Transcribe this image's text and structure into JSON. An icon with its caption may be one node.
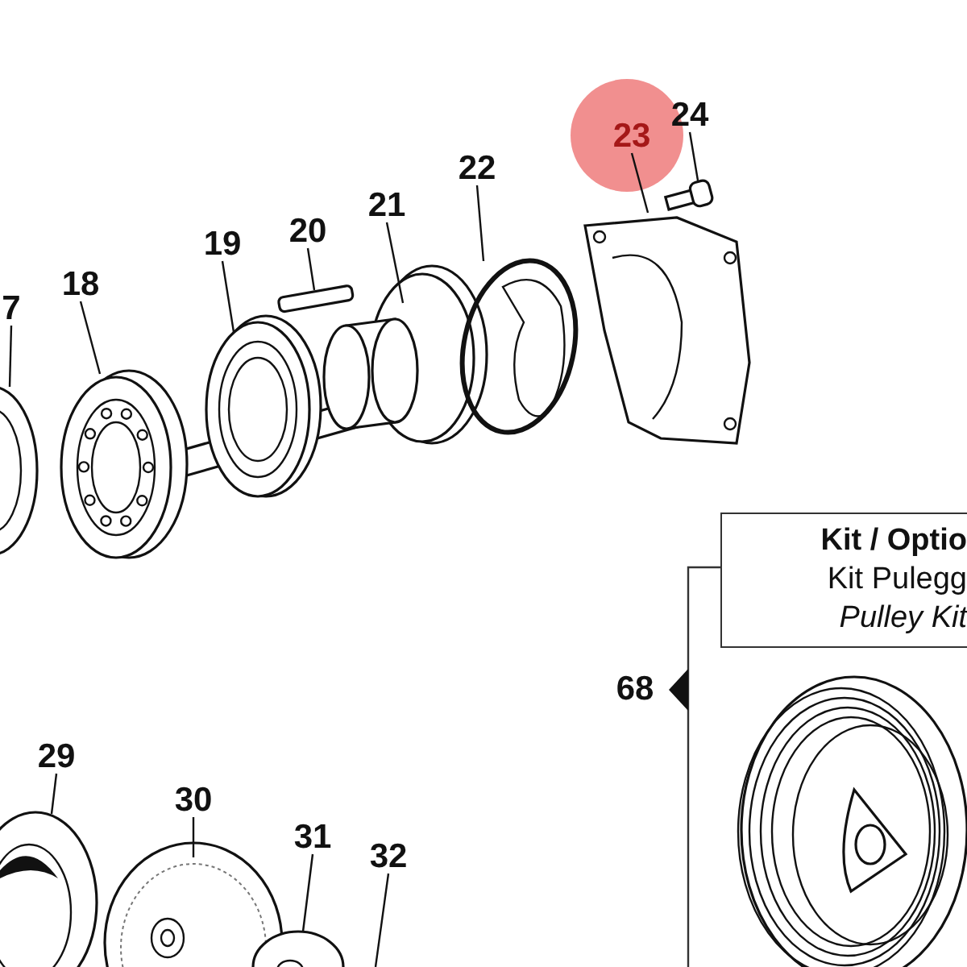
{
  "diagram": {
    "nodes": [
      {
        "text": [
          "7"
        ]
      },
      {
        "text": [],
        "shape": "picture"
      },
      {
        "text": [
          "18"
        ]
      },
      {
        "text": [],
        "shape": "picture"
      },
      {
        "text": [
          "19"
        ]
      },
      {
        "text": [],
        "shape": "picture"
      },
      {
        "text": [
          "20"
        ]
      },
      {
        "text": [],
        "shape": "bar"
      },
      {
        "text": [
          "21"
        ]
      },
      {
        "text": [],
        "shape": "picture"
      },
      {
        "text": [
          "22"
        ]
      },
      {
        "text": [],
        "shape": "picture"
      },
      {
        "text": [
          "23"
        ]
      },
      {
        "text": [],
        "shape": "picture"
      },
      {
        "text": [
          "24"
        ]
      },
      {
        "text": [],
        "shape": "picture"
      },
      {
        "text": [
          "29"
        ]
      },
      {
        "text": [],
        "shape": "picture"
      },
      {
        "text": [
          "30"
        ]
      },
      {
        "text": [],
        "shape": "picture"
      },
      {
        "text": [
          "31"
        ]
      },
      {
        "text": [],
        "shape": "picture"
      },
      {
        "text": [
          "32"
        ]
      },
      {
        "text": [
          "Kit / Optio",
          "Kit Pulegg",
          "Pulley Kit"
        ]
      },
      {
        "text": [],
        "shape": "picture"
      }
    ],
    "edges": [
      {
        "from": 0,
        "to": 1,
        "arrow": "none"
      },
      {
        "from": 2,
        "to": 3,
        "arrow": "none"
      },
      {
        "from": 4,
        "to": 5,
        "arrow": "none"
      },
      {
        "from": 6,
        "to": 7,
        "arrow": "none"
      },
      {
        "from": 8,
        "to": 9,
        "arrow": "none"
      },
      {
        "from": 10,
        "to": 11,
        "arrow": "none"
      },
      {
        "from": 12,
        "to": 13,
        "arrow": "none"
      },
      {
        "from": 14,
        "to": 15,
        "arrow": "none"
      },
      {
        "from": 16,
        "to": 17,
        "arrow": "none"
      },
      {
        "from": 18,
        "to": 19,
        "arrow": "none"
      },
      {
        "from": 20,
        "to": 21,
        "arrow": "none"
      },
      {
        "from": 22,
        "to": null,
        "arrow": "none"
      }
    ],
    "labels": [
      "68"
    ]
  }
}
